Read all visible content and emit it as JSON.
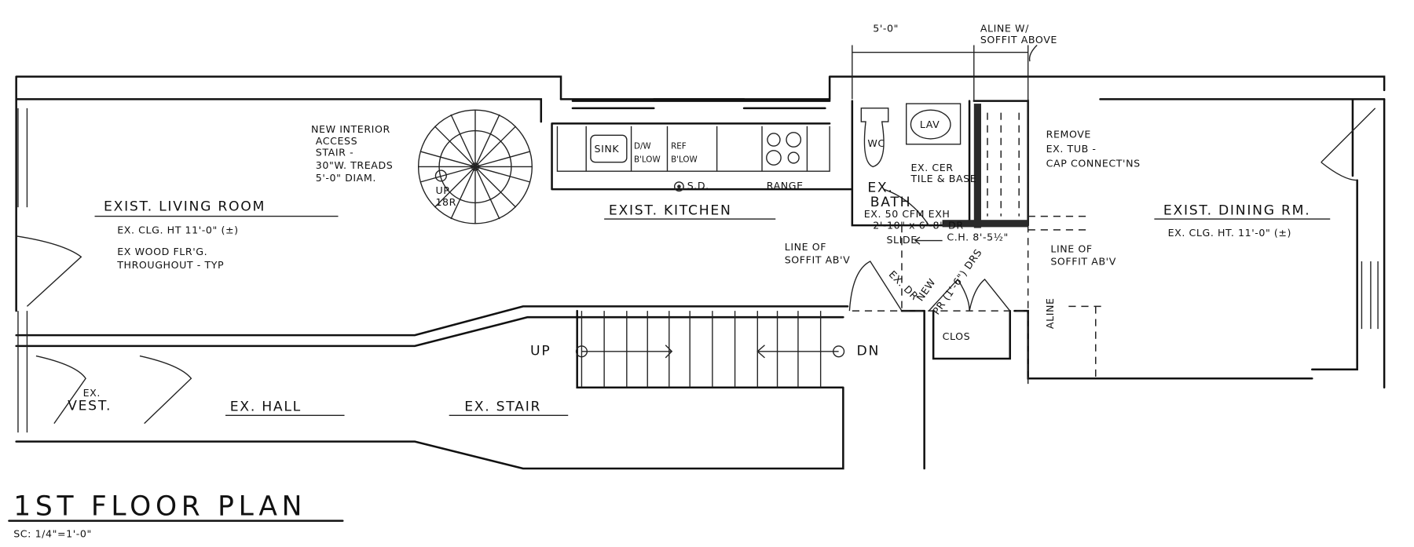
{
  "dimensions": {
    "width_5ft": "5'-0\"",
    "aline_1": "ALINE W/",
    "aline_2": "SOFFIT ABOVE"
  },
  "stair_note": [
    "NEW INTERIOR",
    "ACCESS",
    "STAIR -",
    "30\"W. TREADS",
    "5'-0\" DIAM."
  ],
  "spiral_up": [
    "UP",
    "18R"
  ],
  "kitchen": {
    "sink": "SINK",
    "dw": [
      "D/W",
      "B'LOW"
    ],
    "ref": [
      "REF",
      "B'LOW"
    ],
    "sd": "S.D.",
    "range": "RANGE",
    "title": "EXIST. KITCHEN"
  },
  "living": {
    "title": "EXIST. LIVING ROOM",
    "clg": "EX. CLG. HT 11'-0\" (±)",
    "floor": [
      "EX WOOD FLR'G.",
      "THROUGHOUT - TYP"
    ]
  },
  "bath": {
    "wc": "WC",
    "lav": "LAV",
    "tile": [
      "EX. CER",
      "TILE & BASE"
    ],
    "title": [
      "EX.",
      "BATH"
    ],
    "exh": "EX. 50 CFM EXH",
    "door": "2'-10\" x 6'-8\" DR",
    "slide": "SLIDE"
  },
  "soffit_left": [
    "LINE OF",
    "SOFFIT AB'V"
  ],
  "ceiling_height": "C.H. 8'-5½\"",
  "soffit_right": [
    "LINE OF",
    "SOFFIT AB'V"
  ],
  "remove_tub": [
    "REMOVE",
    "EX. TUB -",
    "CAP CONNECT'NS"
  ],
  "dining": {
    "title": "EXIST. DINING RM.",
    "clg": "EX. CLG. HT.  11'-0\" (±)"
  },
  "doors": {
    "ex_dr": "EX. DR",
    "new_drs_1": "NEW",
    "new_drs_2": "PR (1'-6\") DRS"
  },
  "clos": "CLOS",
  "aline_v": "ALINE",
  "stair": {
    "up": "UP",
    "dn": "DN"
  },
  "rooms_lower": {
    "vest": [
      "EX.",
      "VEST."
    ],
    "hall": "EX. HALL",
    "stair": "EX. STAIR"
  },
  "title": {
    "main": "1ST FLOOR PLAN",
    "scale": "SC: 1/4\"=1'-0\""
  }
}
